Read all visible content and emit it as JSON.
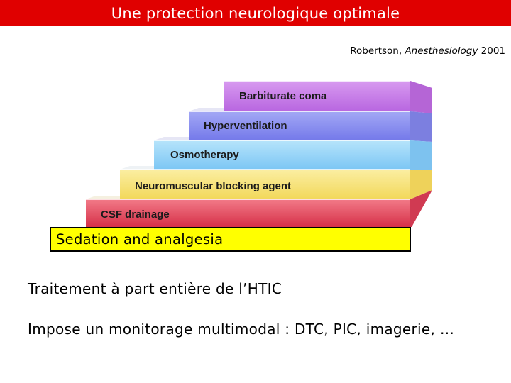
{
  "header": {
    "title": "Une protection neurologique optimale"
  },
  "citation": {
    "author": "Robertson,",
    "journal": "Anesthesiology",
    "year": "2001"
  },
  "diagram": {
    "steps": [
      {
        "label": "Barbiturate coma",
        "color": "#c779e6"
      },
      {
        "label": "Hyperventilation",
        "color": "#8a8ff0"
      },
      {
        "label": "Osmotherapy",
        "color": "#8fd1f7"
      },
      {
        "label": "Neuromuscular blocking agent",
        "color": "#f7e27a"
      },
      {
        "label": "CSF drainage",
        "color": "#e84a5f"
      }
    ],
    "base_label": "Sedation and analgesia",
    "base_color": "#ffff00"
  },
  "body": {
    "line1": "Traitement à part entière de l’HTIC",
    "line2": "Impose un monitorage multimodal : DTC, PIC, imagerie, …"
  }
}
